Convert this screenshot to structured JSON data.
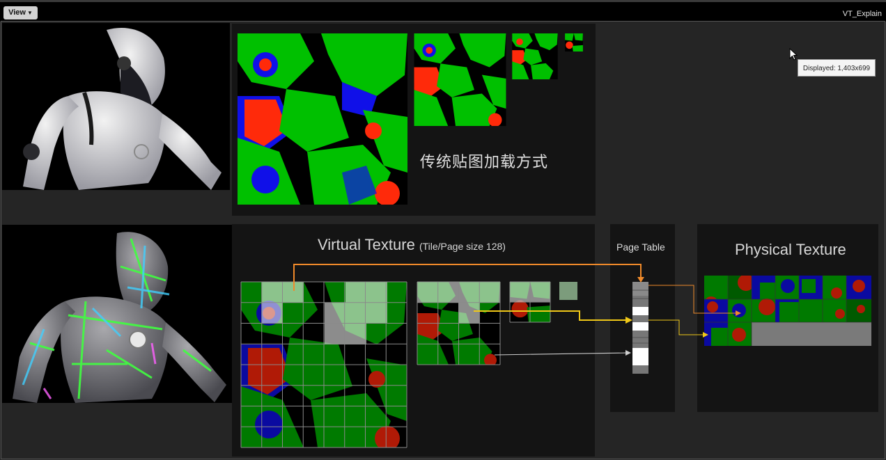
{
  "toolbar": {
    "view_label": "View",
    "viewport_title": "VT_Explain"
  },
  "tooltip": {
    "text": "Displayed: 1,403x699"
  },
  "slides": {
    "traditional_label": "传统贴图加载方式",
    "virtual_texture_title": "Virtual Texture",
    "virtual_texture_subtitle": "(Tile/Page size 128)",
    "page_table_title": "Page Table",
    "physical_texture_title": "Physical Texture"
  },
  "colors": {
    "tex_green": "#00c000",
    "tex_red": "#ff2a0a",
    "tex_blue": "#1010e8",
    "tex_black": "#000000",
    "arrow_orange": "#f08a2a",
    "arrow_yellow": "#f0c818",
    "arrow_white": "#d0d0d0"
  }
}
